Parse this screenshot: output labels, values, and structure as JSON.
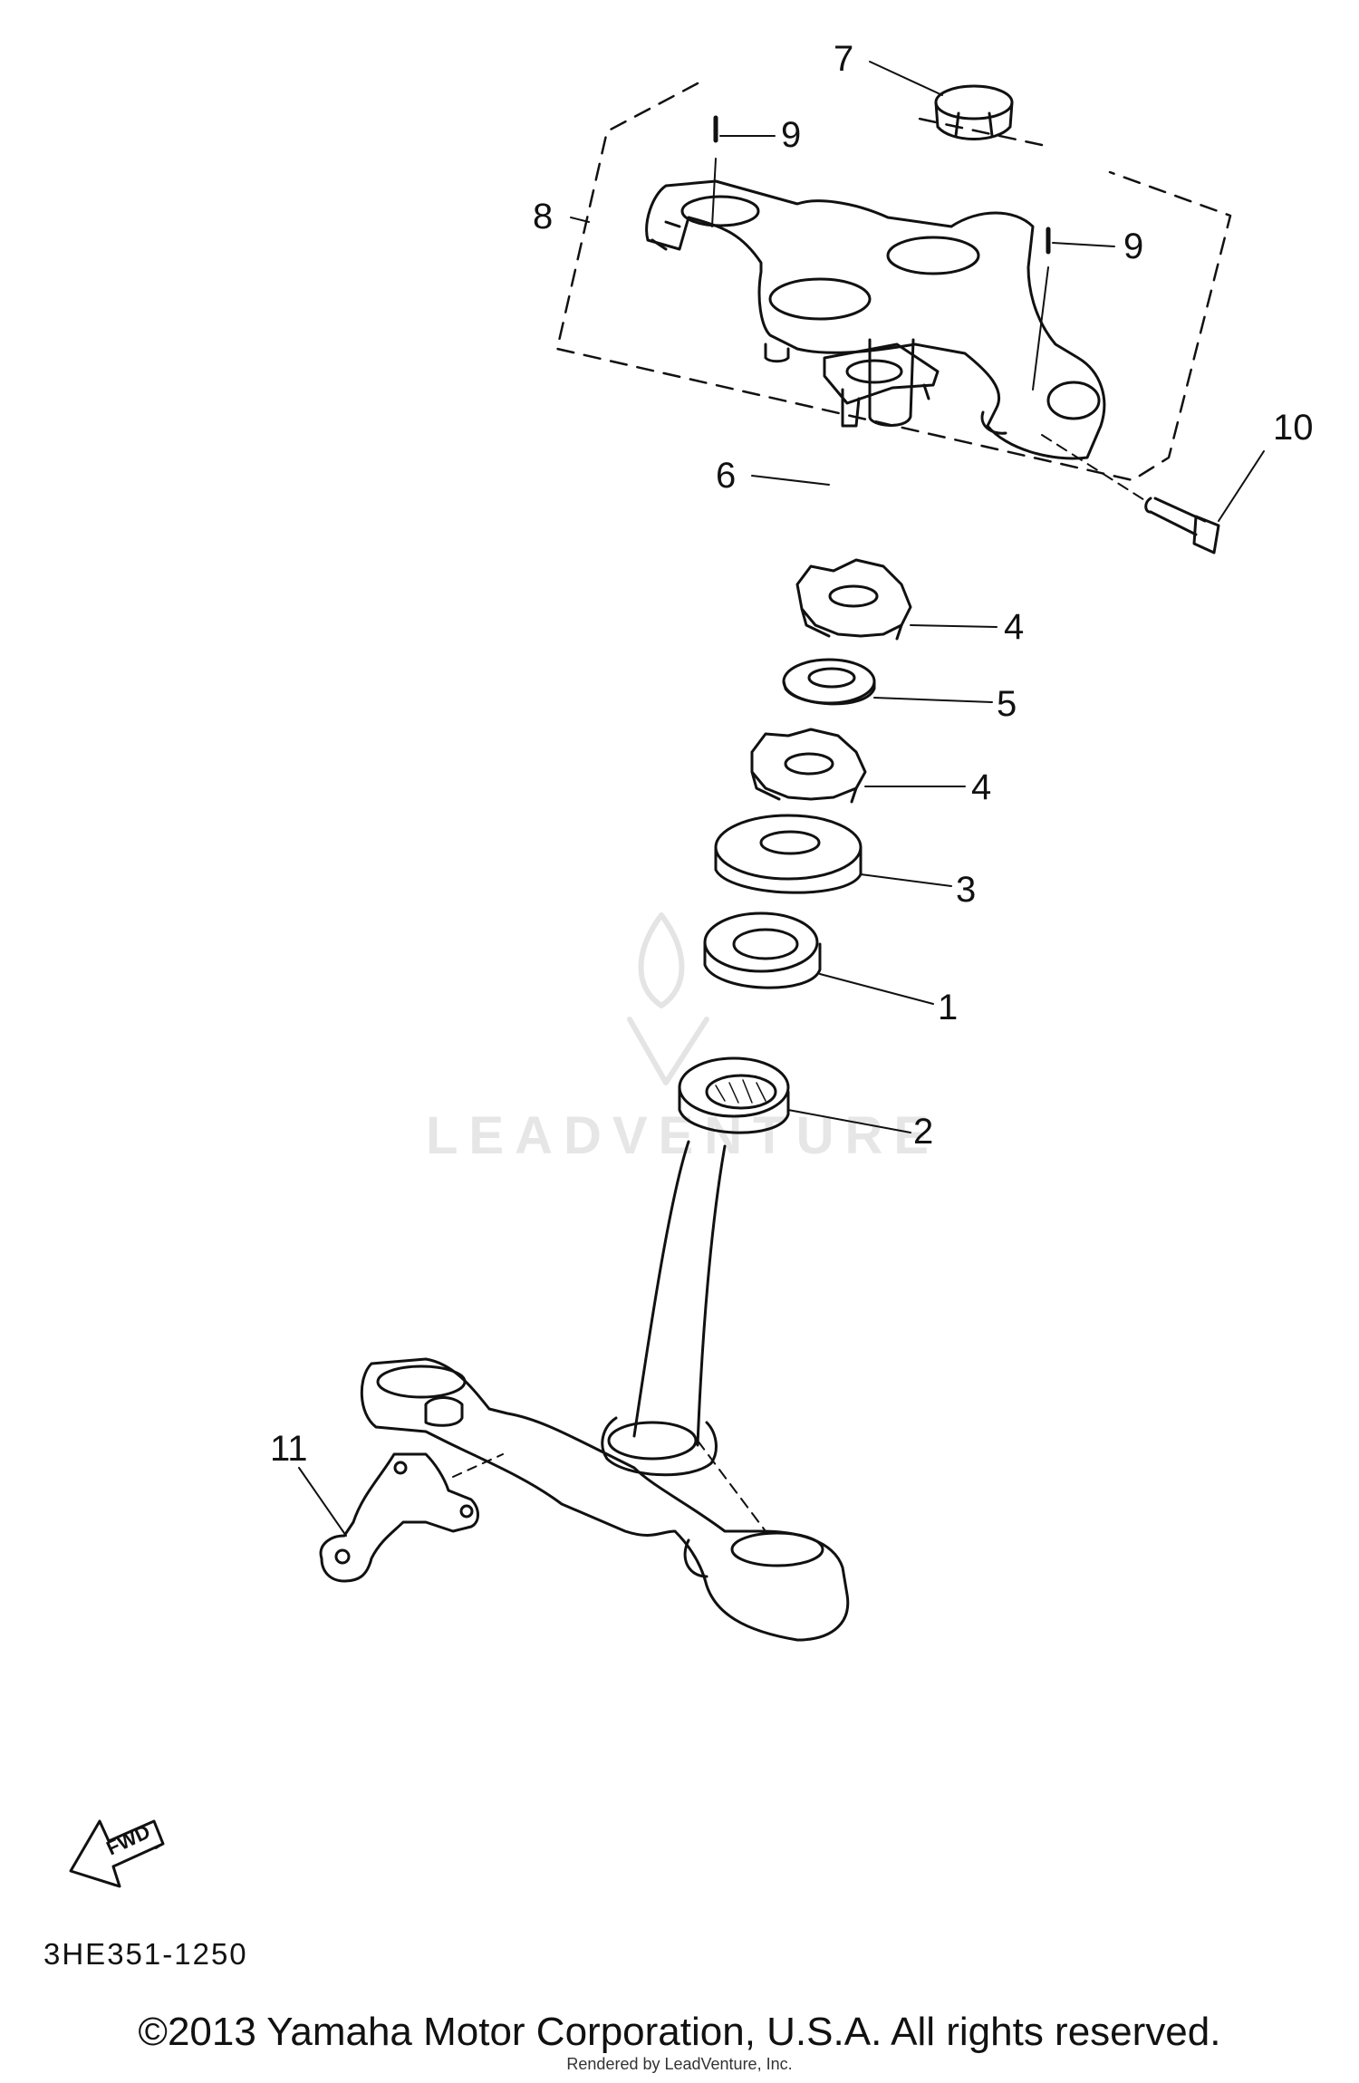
{
  "diagram": {
    "callouts": [
      "7",
      "9",
      "8",
      "9",
      "10",
      "6",
      "4",
      "5",
      "4",
      "3",
      "1",
      "2",
      "11"
    ],
    "fwd_arrow_text": "FWD",
    "diagram_code": "3HE351-1250",
    "watermark": "LEADVENTURE",
    "copyright": "©2013 Yamaha Motor Corporation, U.S.A. All rights reserved.",
    "rendered_by": "Rendered by LeadVenture, Inc."
  }
}
